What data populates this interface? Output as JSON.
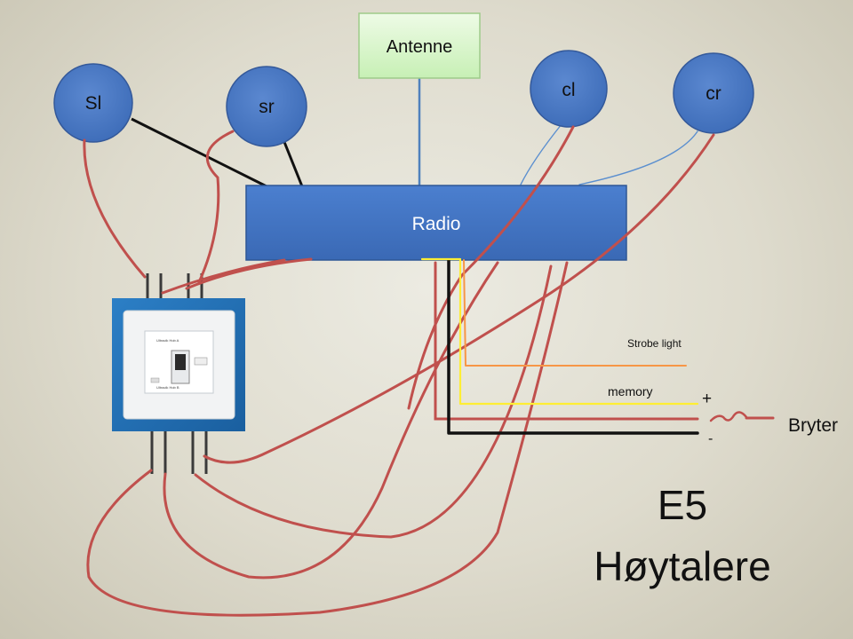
{
  "nodes": {
    "antenna": "Antenne",
    "radio": "Radio",
    "speaker_sl": "Sl",
    "speaker_sr": "sr",
    "speaker_cl": "cl",
    "speaker_cr": "cr"
  },
  "labels": {
    "strobe": "Strobe light",
    "memory": "memory",
    "plus": "+",
    "minus": "-",
    "switch": "Bryter",
    "title_line1": "E5",
    "title_line2": "Høytalere"
  },
  "colors": {
    "speaker_fill": "#4a78c4",
    "speaker_stroke": "#3a5f9e",
    "radio_fill": "#3f72c0",
    "antenna_fill": "#d6f5c8",
    "wire_red": "#c0504d",
    "wire_black": "#111111",
    "wire_blue": "#4f81bd",
    "wire_yellow": "#ffee33",
    "wire_orange": "#f79646"
  },
  "components": {
    "switch_panel": "switch-panel"
  }
}
